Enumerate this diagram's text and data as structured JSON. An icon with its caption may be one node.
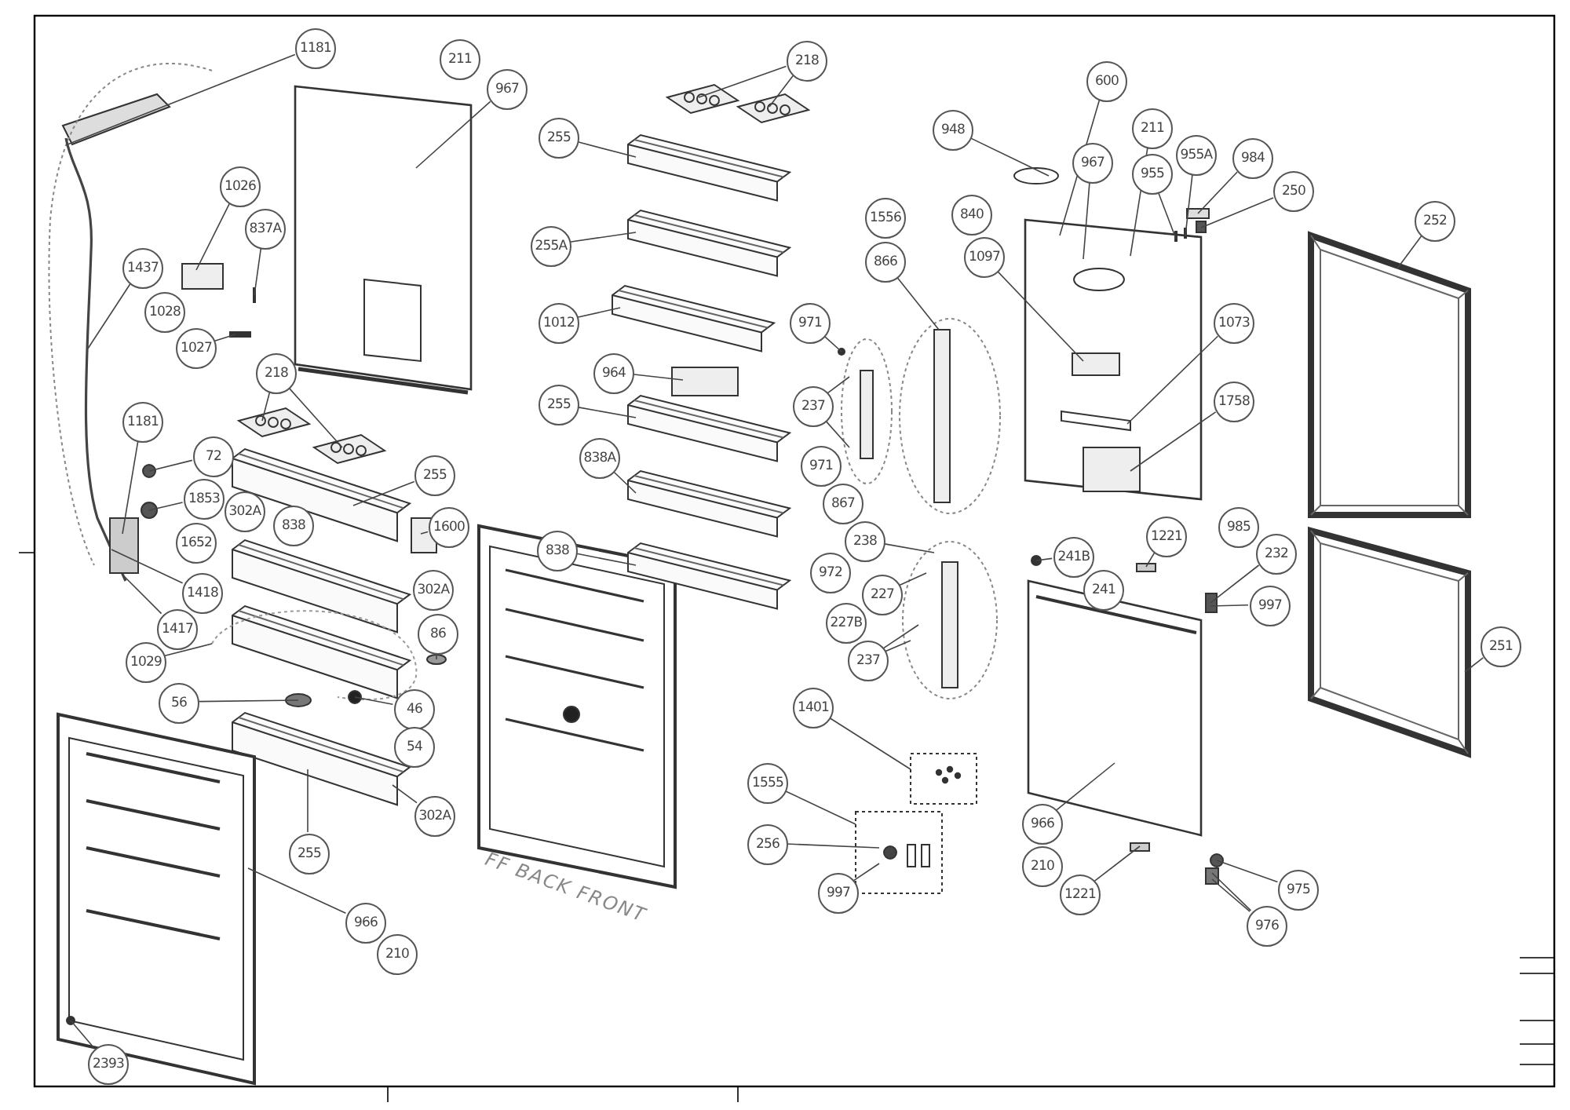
{
  "diagram": {
    "nodes": [
      {
        "text": [
          "1181"
        ]
      },
      {
        "text": [
          "211"
        ]
      },
      {
        "text": [
          "967"
        ]
      },
      {
        "text": [
          "218"
        ]
      },
      {
        "text": [
          "600"
        ]
      },
      {
        "text": [
          "255"
        ]
      },
      {
        "text": [
          "211"
        ]
      },
      {
        "text": [
          "948"
        ]
      },
      {
        "text": [
          "955A"
        ]
      },
      {
        "text": [
          "984"
        ]
      },
      {
        "text": [
          "967"
        ]
      },
      {
        "text": [
          "955"
        ]
      },
      {
        "text": [
          "1026"
        ]
      },
      {
        "text": [
          "250"
        ]
      },
      {
        "text": [
          "1556"
        ]
      },
      {
        "text": [
          "840"
        ]
      },
      {
        "text": [
          "252"
        ]
      },
      {
        "text": [
          "837A"
        ]
      },
      {
        "text": [
          "255A"
        ]
      },
      {
        "text": [
          "1097"
        ]
      },
      {
        "text": [
          "866"
        ]
      },
      {
        "text": [
          "1437"
        ]
      },
      {
        "text": [
          "1073"
        ]
      },
      {
        "text": [
          "1028"
        ]
      },
      {
        "text": [
          "1012"
        ]
      },
      {
        "text": [
          "971"
        ]
      },
      {
        "text": [
          "1027"
        ]
      },
      {
        "text": [
          "218"
        ]
      },
      {
        "text": [
          "964"
        ]
      },
      {
        "text": [
          "1758"
        ]
      },
      {
        "text": [
          "255"
        ]
      },
      {
        "text": [
          "237"
        ]
      },
      {
        "text": [
          "1181"
        ]
      },
      {
        "text": [
          "838A"
        ]
      },
      {
        "text": [
          "72"
        ]
      },
      {
        "text": [
          "971"
        ]
      },
      {
        "text": [
          "255"
        ]
      },
      {
        "text": [
          "838"
        ]
      },
      {
        "text": [
          "867"
        ]
      },
      {
        "text": [
          "1853"
        ]
      },
      {
        "text": [
          "302A"
        ]
      },
      {
        "text": [
          "985"
        ]
      },
      {
        "text": [
          "238"
        ]
      },
      {
        "text": [
          "838"
        ]
      },
      {
        "text": [
          "1600"
        ]
      },
      {
        "text": [
          "1652"
        ]
      },
      {
        "text": [
          "1221"
        ]
      },
      {
        "text": [
          "972"
        ]
      },
      {
        "text": [
          "241B"
        ]
      },
      {
        "text": [
          "232"
        ]
      },
      {
        "text": [
          "241"
        ]
      },
      {
        "text": [
          "302A"
        ]
      },
      {
        "text": [
          "1418"
        ]
      },
      {
        "text": [
          "227"
        ]
      },
      {
        "text": [
          "997"
        ]
      },
      {
        "text": [
          "227B"
        ]
      },
      {
        "text": [
          "1417"
        ]
      },
      {
        "text": [
          "86"
        ]
      },
      {
        "text": [
          "251"
        ]
      },
      {
        "text": [
          "237"
        ]
      },
      {
        "text": [
          "1029"
        ]
      },
      {
        "text": [
          "56"
        ]
      },
      {
        "text": [
          "1401"
        ]
      },
      {
        "text": [
          "46"
        ]
      },
      {
        "text": [
          "54"
        ]
      },
      {
        "text": [
          "1555"
        ]
      },
      {
        "text": [
          "302A"
        ]
      },
      {
        "text": [
          "966"
        ]
      },
      {
        "text": [
          "256"
        ]
      },
      {
        "text": [
          "255"
        ]
      },
      {
        "text": [
          "210"
        ]
      },
      {
        "text": [
          "997"
        ]
      },
      {
        "text": [
          "1221"
        ]
      },
      {
        "text": [
          "975"
        ]
      },
      {
        "text": [
          "976"
        ]
      },
      {
        "text": [
          "966"
        ]
      },
      {
        "text": [
          "210"
        ]
      },
      {
        "text": [
          "2393"
        ]
      },
      {
        "text": [],
        "shape": "picture"
      },
      {
        "text": [],
        "shape": "picture"
      },
      {
        "text": [],
        "shape": "picture"
      },
      {
        "text": [],
        "shape": "picture"
      },
      {
        "text": [],
        "shape": "picture"
      },
      {
        "text": [],
        "shape": "picture"
      },
      {
        "text": [],
        "shape": "circle"
      },
      {
        "text": [],
        "shape": "picture"
      },
      {
        "text": [],
        "shape": "box"
      },
      {
        "text": [],
        "shape": "box"
      },
      {
        "text": [],
        "shape": "picture"
      },
      {
        "text": [],
        "shape": "box"
      },
      {
        "text": [],
        "shape": "bar"
      },
      {
        "text": [],
        "shape": "picture"
      },
      {
        "text": [],
        "shape": "picture"
      },
      {
        "text": [],
        "shape": "picture"
      },
      {
        "text": [],
        "shape": "circle"
      },
      {
        "text": [],
        "shape": "bar"
      },
      {
        "text": [],
        "shape": "picture"
      },
      {
        "text": [],
        "shape": "picture"
      },
      {
        "text": [],
        "shape": "box"
      },
      {
        "text": [],
        "shape": "picture"
      },
      {
        "text": [],
        "shape": "picture"
      },
      {
        "text": [],
        "shape": "box"
      },
      {
        "text": [],
        "shape": "picture"
      },
      {
        "text": [],
        "shape": "circle"
      },
      {
        "text": [],
        "shape": "picture"
      },
      {
        "text": [],
        "shape": "picture"
      },
      {
        "text": [],
        "shape": "circle"
      },
      {
        "text": [],
        "shape": "picture"
      },
      {
        "text": [],
        "shape": "box"
      },
      {
        "text": [],
        "shape": "box"
      },
      {
        "text": [],
        "shape": "circle"
      },
      {
        "text": [],
        "shape": "box"
      },
      {
        "text": [],
        "shape": "circle"
      },
      {
        "text": [],
        "shape": "picture"
      },
      {
        "text": [],
        "shape": "picture"
      },
      {
        "text": [],
        "shape": "circle"
      },
      {
        "text": [],
        "shape": "picture"
      },
      {
        "text": [],
        "shape": "circle"
      },
      {
        "text": [],
        "shape": "picture"
      },
      {
        "text": [],
        "shape": "picture"
      },
      {
        "text": [],
        "shape": "picture"
      },
      {
        "text": [],
        "shape": "box"
      },
      {
        "text": [],
        "shape": "picture"
      },
      {
        "text": [],
        "shape": "picture"
      }
    ],
    "edges": [
      {
        "from": 0,
        "to": 78,
        "arrow": "none"
      },
      {
        "from": 2,
        "to": 79,
        "arrow": "none"
      },
      {
        "from": 3,
        "to": 80,
        "arrow": "none"
      },
      {
        "from": 3,
        "to": 81,
        "arrow": "none"
      },
      {
        "from": 4,
        "to": 83,
        "arrow": "none"
      },
      {
        "from": 5,
        "to": 82,
        "arrow": "none"
      },
      {
        "from": 6,
        "to": 83,
        "arrow": "none"
      },
      {
        "from": 7,
        "to": 84,
        "arrow": "none"
      },
      {
        "from": 8,
        "to": 85,
        "arrow": "none"
      },
      {
        "from": 9,
        "to": 86,
        "arrow": "none"
      },
      {
        "from": 10,
        "to": 83,
        "arrow": "none"
      },
      {
        "from": 11,
        "to": 85,
        "arrow": "none"
      },
      {
        "from": 12,
        "to": 89,
        "arrow": "none"
      },
      {
        "from": 13,
        "to": 87,
        "arrow": "none"
      },
      {
        "from": 16,
        "to": 88,
        "arrow": "none"
      },
      {
        "from": 17,
        "to": 90,
        "arrow": "none"
      },
      {
        "from": 18,
        "to": 91,
        "arrow": "none"
      },
      {
        "from": 19,
        "to": 83,
        "arrow": "none"
      },
      {
        "from": 20,
        "to": 92,
        "arrow": "none"
      },
      {
        "from": 21,
        "to": 78,
        "arrow": "none"
      },
      {
        "from": 22,
        "to": 83,
        "arrow": "none"
      },
      {
        "from": 24,
        "to": 93,
        "arrow": "none"
      },
      {
        "from": 25,
        "to": 94,
        "arrow": "none"
      },
      {
        "from": 26,
        "to": 95,
        "arrow": "none"
      },
      {
        "from": 27,
        "to": 96,
        "arrow": "none"
      },
      {
        "from": 27,
        "to": 97,
        "arrow": "none"
      },
      {
        "from": 28,
        "to": 98,
        "arrow": "none"
      },
      {
        "from": 29,
        "to": 83,
        "arrow": "none"
      },
      {
        "from": 30,
        "to": 99,
        "arrow": "none"
      },
      {
        "from": 31,
        "to": 100,
        "arrow": "none"
      },
      {
        "from": 31,
        "to": 100,
        "arrow": "none"
      },
      {
        "from": 32,
        "to": 101,
        "arrow": "none"
      },
      {
        "from": 33,
        "to": 102,
        "arrow": "none"
      },
      {
        "from": 34,
        "to": 103,
        "arrow": "none"
      },
      {
        "from": 36,
        "to": 104,
        "arrow": "none"
      },
      {
        "from": 37,
        "to": 105,
        "arrow": "none"
      },
      {
        "from": 39,
        "to": 106,
        "arrow": "none"
      },
      {
        "from": 42,
        "to": 107,
        "arrow": "none"
      },
      {
        "from": 44,
        "to": 108,
        "arrow": "none"
      },
      {
        "from": 46,
        "to": 109,
        "arrow": "none"
      },
      {
        "from": 48,
        "to": 110,
        "arrow": "none"
      },
      {
        "from": 49,
        "to": 111,
        "arrow": "none"
      },
      {
        "from": 52,
        "to": 78,
        "arrow": "none"
      },
      {
        "from": 53,
        "to": 107,
        "arrow": "none"
      },
      {
        "from": 54,
        "to": 111,
        "arrow": "none"
      },
      {
        "from": 56,
        "to": 78,
        "arrow": "none"
      },
      {
        "from": 57,
        "to": 112,
        "arrow": "none"
      },
      {
        "from": 58,
        "to": 113,
        "arrow": "none"
      },
      {
        "from": 59,
        "to": 107,
        "arrow": "none"
      },
      {
        "from": 59,
        "to": 107,
        "arrow": "none"
      },
      {
        "from": 60,
        "to": 114,
        "arrow": "none"
      },
      {
        "from": 61,
        "to": 115,
        "arrow": "none"
      },
      {
        "from": 62,
        "to": 116,
        "arrow": "none"
      },
      {
        "from": 63,
        "to": 117,
        "arrow": "none"
      },
      {
        "from": 65,
        "to": 118,
        "arrow": "none"
      },
      {
        "from": 66,
        "to": 120,
        "arrow": "none"
      },
      {
        "from": 67,
        "to": 119,
        "arrow": "none"
      },
      {
        "from": 68,
        "to": 118,
        "arrow": "none"
      },
      {
        "from": 69,
        "to": 120,
        "arrow": "none"
      },
      {
        "from": 71,
        "to": 118,
        "arrow": "none"
      },
      {
        "from": 72,
        "to": 121,
        "arrow": "none"
      },
      {
        "from": 73,
        "to": 122,
        "arrow": "none"
      },
      {
        "from": 74,
        "to": 122,
        "arrow": "none"
      },
      {
        "from": 74,
        "to": 122,
        "arrow": "none"
      },
      {
        "from": 75,
        "to": 123,
        "arrow": "none"
      },
      {
        "from": 77,
        "to": 123,
        "arrow": "none"
      }
    ],
    "labels": [
      "FF BACK FRONT"
    ]
  }
}
